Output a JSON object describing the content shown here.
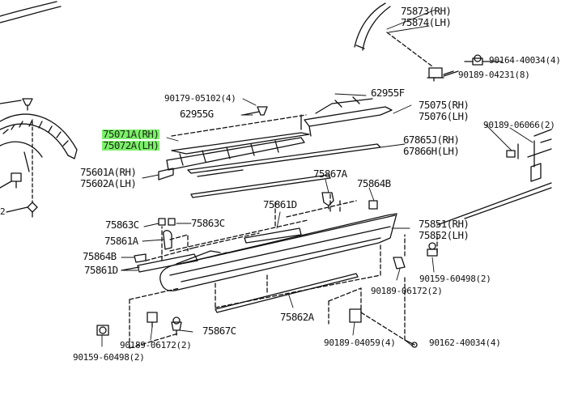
{
  "labels": {
    "p75873": "75873(RH)",
    "p75874": "75874(LH)",
    "p90164": "90164-40034(4)",
    "p90189_04231": "90189-04231(8)",
    "p90179": "90179-05102(4)",
    "p62955f": "62955F",
    "p62955g": "62955G",
    "p75075": "75075(RH)",
    "p75076": "75076(LH)",
    "p90189_06066": "90189-06066(2)",
    "p75071a": "75071A(RH)",
    "p75072a": "75072A(LH)",
    "p67865j": "67865J(RH)",
    "p67866h": "67866H(LH)",
    "p75601a": "75601A(RH)",
    "p75602a": "75602A(LH)",
    "p75867a": "75867A",
    "p75864b_top": "75864B",
    "p75861d_top": "75861D",
    "p75863c_left": "75863C",
    "p75863c_right": "75863C",
    "p75851": "75851(RH)",
    "p75852": "75852(LH)",
    "p75861a": "75861A",
    "p75864b_left": "75864B",
    "p75861d_left": "75861D",
    "p90159_right": "90159-60498(2)",
    "p90189_06172_right": "90189-06172(2)",
    "p75862a": "75862A",
    "p90189_06172_left": "90189-06172(2)",
    "p75867c": "75867C",
    "p90159_left": "90159-60498(2)",
    "p90189_04059": "90189-04059(4)",
    "p90162": "90162-40034(4)",
    "edge_two": "2"
  },
  "colors": {
    "highlight": "#7cf06a",
    "ink": "#111111"
  }
}
